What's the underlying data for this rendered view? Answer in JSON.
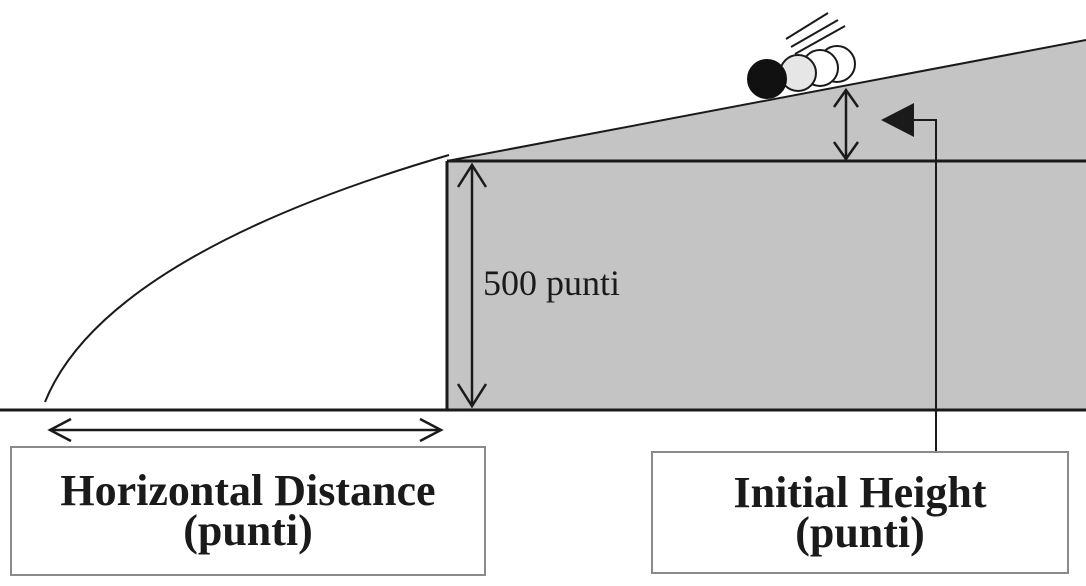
{
  "diagram": {
    "height_label": "500 punti",
    "horizontal_box": {
      "line1": "Horizontal Distance",
      "line2": "(punti)"
    },
    "initial_box": {
      "line1": "Initial Height",
      "line2": "(punti)"
    }
  },
  "colors": {
    "ramp_fill": "#c4c4c4",
    "line": "#1a1a1a",
    "box_border": "#8a8a8a",
    "ball_dark": "#111111",
    "ball_ghost": "#e6e6e6"
  }
}
